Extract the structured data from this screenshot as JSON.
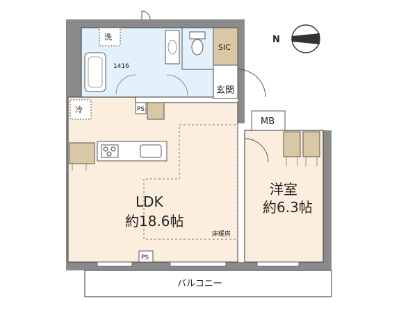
{
  "rooms": {
    "ldk": {
      "name": "LDK",
      "size": "約18.6帖",
      "note": "床暖房"
    },
    "western": {
      "name": "洋室",
      "size": "約6.3帖"
    },
    "entrance": {
      "name": "玄関"
    },
    "sic": {
      "name": "SIC"
    },
    "mb": {
      "name": "MB"
    },
    "balcony": {
      "name": "バルコニー"
    },
    "bath": {
      "name": "1416"
    }
  },
  "fixtures": {
    "washer": "洗",
    "fridge": "冷",
    "ps_top": "PS",
    "ps_bottom": "PS"
  },
  "colors": {
    "wall": "#8a8a8a",
    "ldk_floor": "#fbeede",
    "wet_floor": "#e3f1fb",
    "storage": "#d9c8a5",
    "dashed": "#8a7b5c"
  }
}
